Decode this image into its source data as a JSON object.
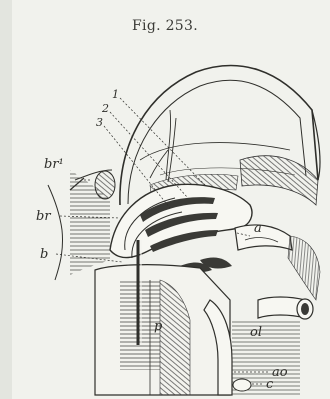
{
  "figure": {
    "caption": "Fig. 253.",
    "labels": {
      "one": "1",
      "two": "2",
      "three": "3",
      "br1": "br¹",
      "br": "br",
      "b": "b",
      "a": "a",
      "ol": "ol",
      "p": "p",
      "ao": "ao",
      "c": "c"
    }
  }
}
